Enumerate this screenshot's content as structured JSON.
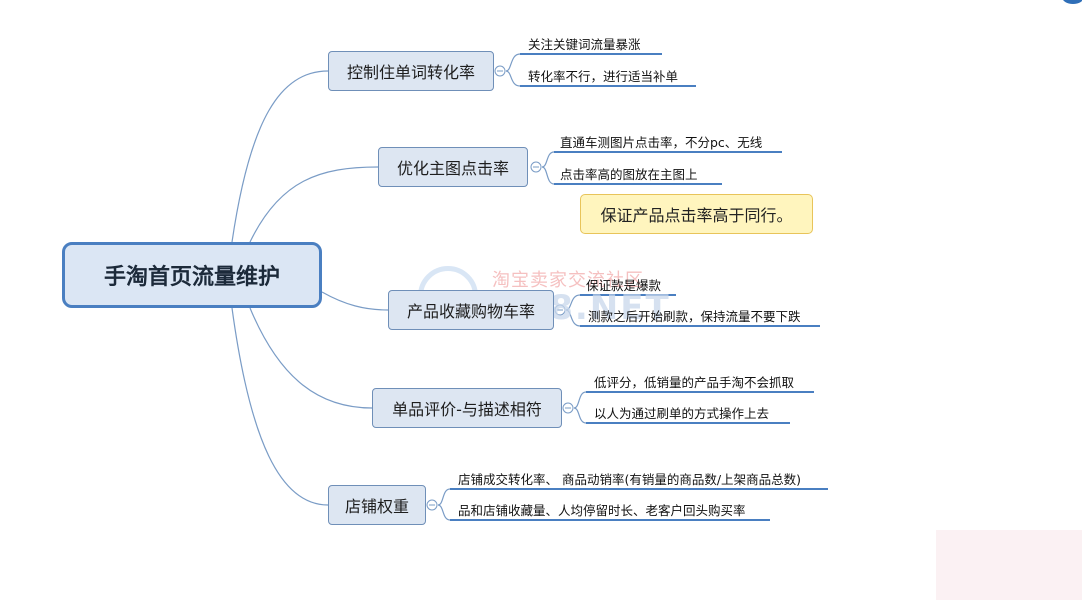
{
  "root": {
    "label": "手淘首页流量维护"
  },
  "branches": [
    {
      "label": "控制住单词转化率",
      "leaves": [
        "关注关键词流量暴涨",
        "转化率不行，进行适当补单"
      ]
    },
    {
      "label": "优化主图点击率",
      "leaves": [
        "直通车测图片点击率，不分pc、无线",
        "点击率高的图放在主图上"
      ]
    },
    {
      "label": "产品收藏购物车率",
      "leaves": [
        "保证款是爆款",
        "测款之后开始刷款，保持流量不要下跌"
      ]
    },
    {
      "label": "单品评价-与描述相符",
      "leaves": [
        "低评分，低销量的产品手淘不会抓取",
        "以人为通过刷单的方式操作上去"
      ]
    },
    {
      "label": "店铺权重",
      "leaves": [
        "店铺成交转化率、 商品动销率(有销量的商品数/上架商品总数)",
        "品和店铺收藏量、人均停留时长、老客户回头购买率"
      ]
    }
  ],
  "note": {
    "text": "保证产品点击率高于同行。"
  },
  "watermark": {
    "text": "淘宝卖家交流社区",
    "net": "1B58.NET"
  },
  "colors": {
    "line": "#7a9cc6",
    "underline": "#4a7fc1",
    "root_border": "#4a7fc1",
    "note_bg": "#fff5be"
  }
}
